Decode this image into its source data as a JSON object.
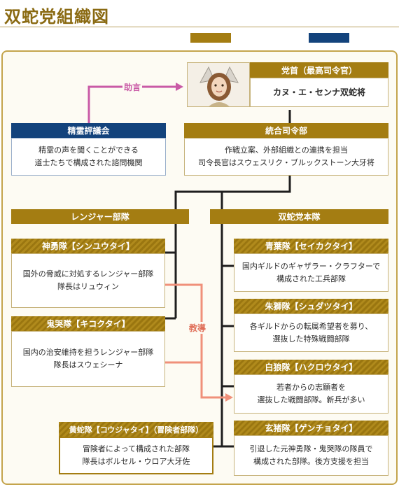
{
  "title": "双蛇党組織図",
  "supreme": {
    "header": "党首（最高司令官）",
    "name": "カヌ・エ・センナ双蛇将"
  },
  "advice_label": "助言",
  "council": {
    "header": "精霊評議会",
    "lines": [
      "精霊の声を聞くことができる",
      "道士たちで構成された諮問機関"
    ]
  },
  "command": {
    "header": "統合司令部",
    "lines": [
      "作戦立案、外部組織との連携を担当",
      "司令長官はスウェスリク・ブルックストーン大牙将"
    ]
  },
  "ranger": {
    "header": "レンジャー部隊",
    "units": [
      {
        "header": "神勇隊【シンユウタイ】",
        "lines": [
          "国外の脅威に対処するレンジャー部隊",
          "隊長はリュウィン"
        ]
      },
      {
        "header": "鬼哭隊【キコクタイ】",
        "lines": [
          "国内の治安維持を担うレンジャー部隊",
          "隊長はスウェシーナ"
        ]
      }
    ]
  },
  "training_label": "教導",
  "main_force": {
    "header": "双蛇党本隊",
    "units": [
      {
        "header": "青葉隊【セイカクタイ】",
        "lines": [
          "国内ギルドのギャザラー・クラフターで",
          "構成された工兵部隊"
        ]
      },
      {
        "header": "朱獅隊【シュダツタイ】",
        "lines": [
          "各ギルドからの転属希望者を募り、",
          "選抜した特殊戦闘部隊"
        ]
      },
      {
        "header": "白狼隊【ハクロウタイ】",
        "lines": [
          "若者からの志願者を",
          "選抜した戦闘部隊。新兵が多い"
        ]
      },
      {
        "header": "玄猪隊【ゲンチョタイ】",
        "lines": [
          "引退した元神勇隊・鬼哭隊の隊員で",
          "構成された部隊。後方支援を担当"
        ]
      }
    ]
  },
  "adventurer": {
    "header": "黄蛇隊【コウジャタイ】（冒険者部隊）",
    "lines": [
      "冒険者によって構成された部隊",
      "隊長はボルセル・ウロア大牙佐"
    ]
  },
  "colors": {
    "gold": "#a47d12",
    "navy": "#13437c",
    "advice_line": "#c95aa6",
    "training_line": "#f0907a"
  }
}
